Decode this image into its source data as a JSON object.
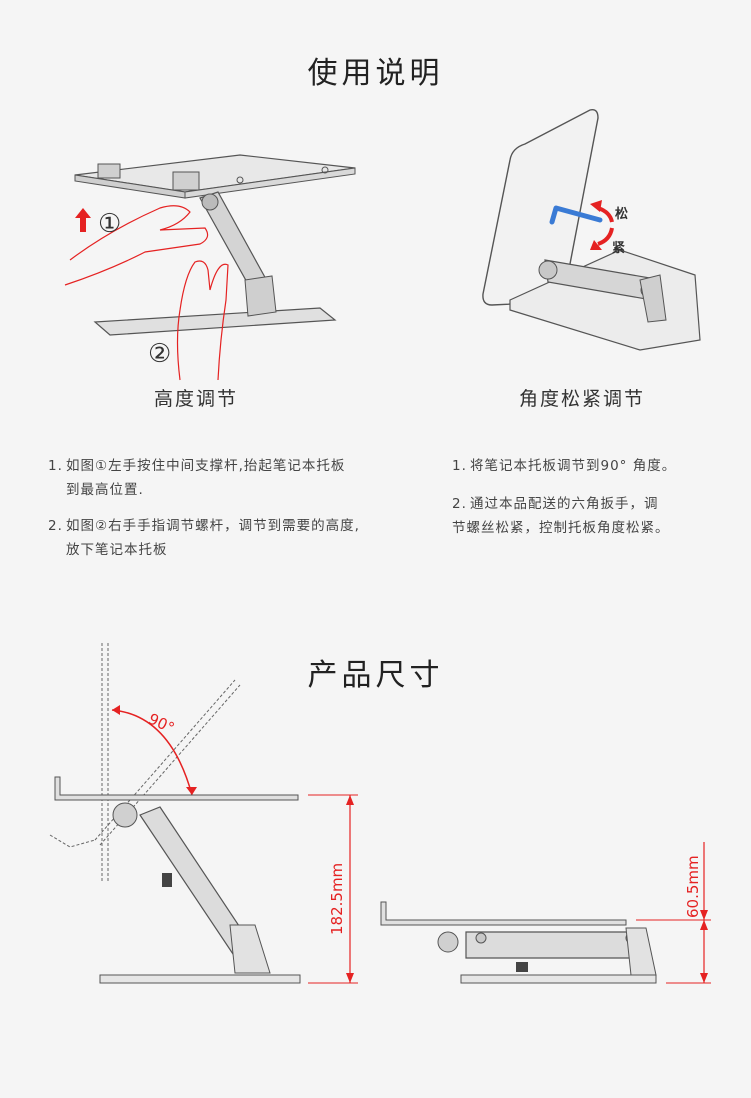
{
  "sections": {
    "usage_title": "使用说明",
    "size_title": "产品尺寸"
  },
  "height_adjust": {
    "caption": "高度调节",
    "marker_1": "①",
    "marker_2": "②",
    "steps": [
      {
        "num": "1.",
        "line1": "如图①左手按住中间支撑杆,抬起笔记本托板",
        "line2": "到最高位置."
      },
      {
        "num": "2.",
        "line1": "如图②右手手指调节螺杆，调节到需要的高度,",
        "line2": "放下笔记本托板"
      }
    ]
  },
  "angle_adjust": {
    "caption": "角度松紧调节",
    "loose_label": "松",
    "tight_label": "紧",
    "steps": [
      {
        "num": "1.",
        "line1": "将笔记本托板调节到90°  角度。",
        "line2": ""
      },
      {
        "num": "2.",
        "line1": "通过本品配送的六角扳手，调",
        "line2": "节螺丝松紧，控制托板角度松紧。"
      }
    ]
  },
  "dimensions": {
    "angle_label": "90°",
    "max_height": "182.5mm",
    "min_height": "60.5mm"
  },
  "colors": {
    "accent_red": "#e52222",
    "line_gray": "#555555"
  }
}
